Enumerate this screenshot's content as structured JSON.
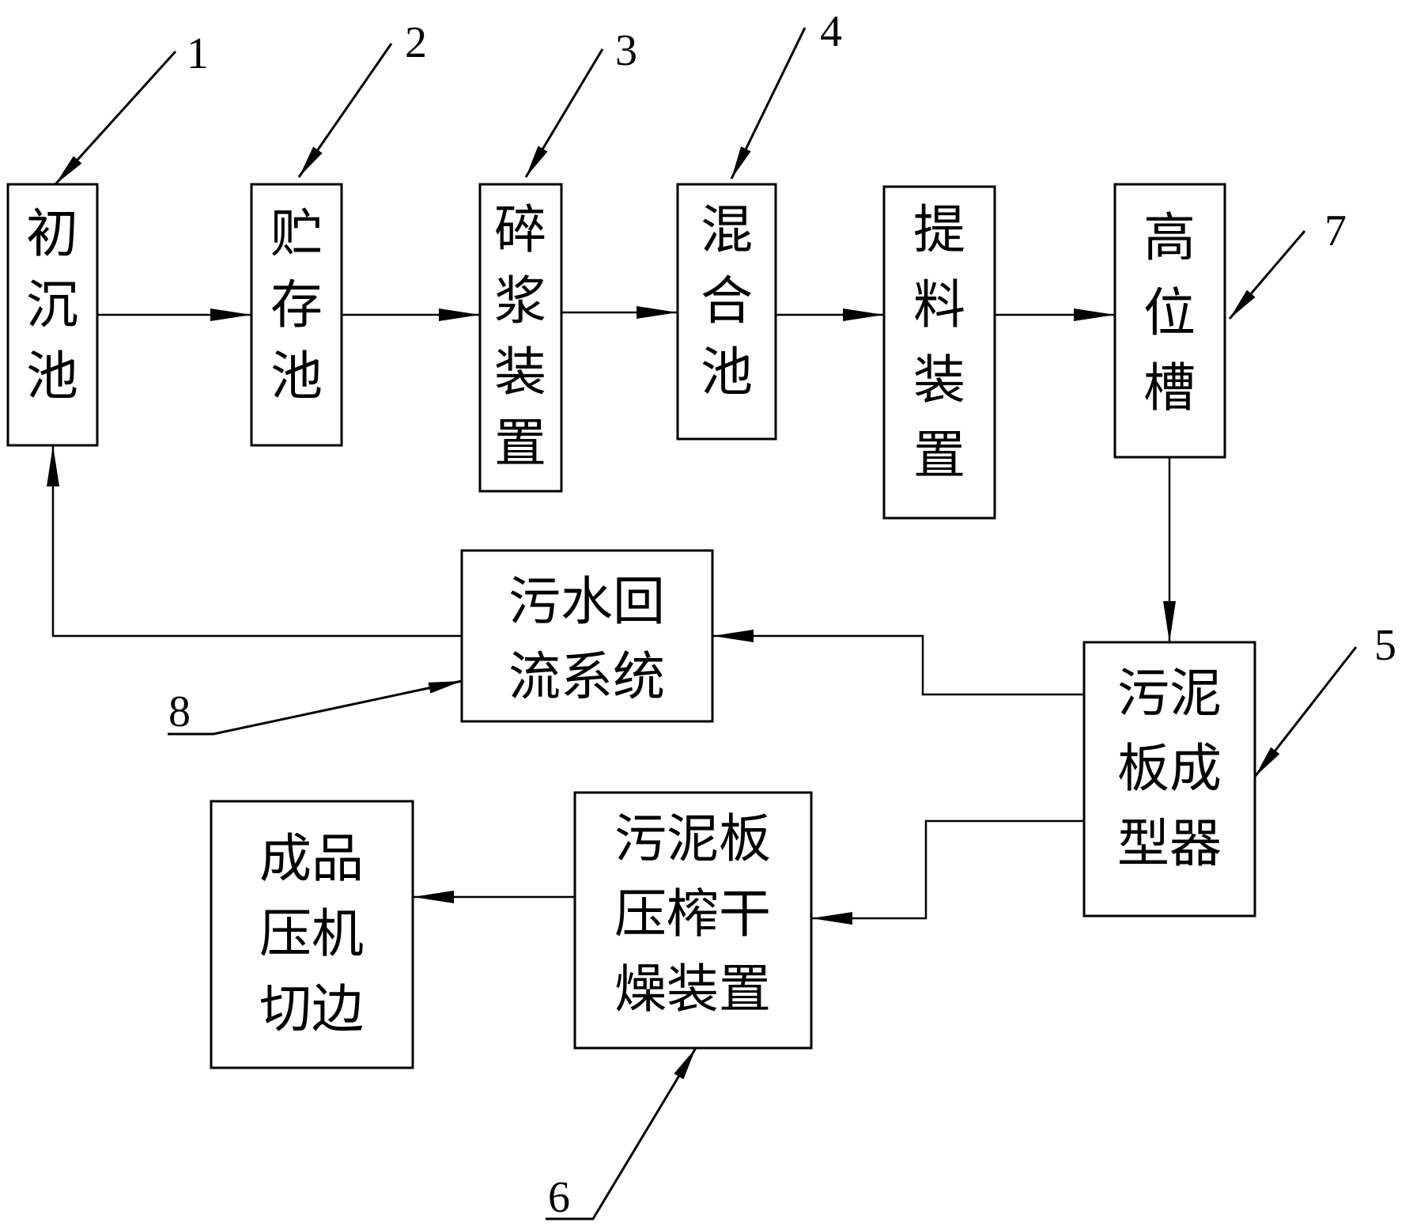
{
  "boxes": {
    "primary_settling_tank": {
      "lines": [
        "初",
        "沉",
        "池"
      ]
    },
    "storage_tank": {
      "lines": [
        "贮",
        "存",
        "池"
      ]
    },
    "pulping_device": {
      "lines": [
        "碎",
        "浆",
        "装",
        "置"
      ]
    },
    "mixing_tank": {
      "lines": [
        "混",
        "合",
        "池"
      ]
    },
    "lifting_device": {
      "lines": [
        "提",
        "料",
        "装",
        "置"
      ]
    },
    "head_tank": {
      "lines": [
        "高",
        "位",
        "槽"
      ]
    },
    "wastewater_return_system": {
      "lines": [
        "污水回",
        "流系统"
      ]
    },
    "sludge_board_former": {
      "lines": [
        "污泥",
        "板成",
        "型器"
      ]
    },
    "sludge_board_press_dryer": {
      "lines": [
        "污泥板",
        "压榨干",
        "燥装置"
      ]
    },
    "finished_press_trimming": {
      "lines": [
        "成品",
        "压机",
        "切边"
      ]
    }
  },
  "callouts": {
    "n1": "1",
    "n2": "2",
    "n3": "3",
    "n4": "4",
    "n5": "5",
    "n6": "6",
    "n7": "7",
    "n8": "8"
  },
  "colors": {
    "stroke": "#000000",
    "background": "#ffffff"
  }
}
